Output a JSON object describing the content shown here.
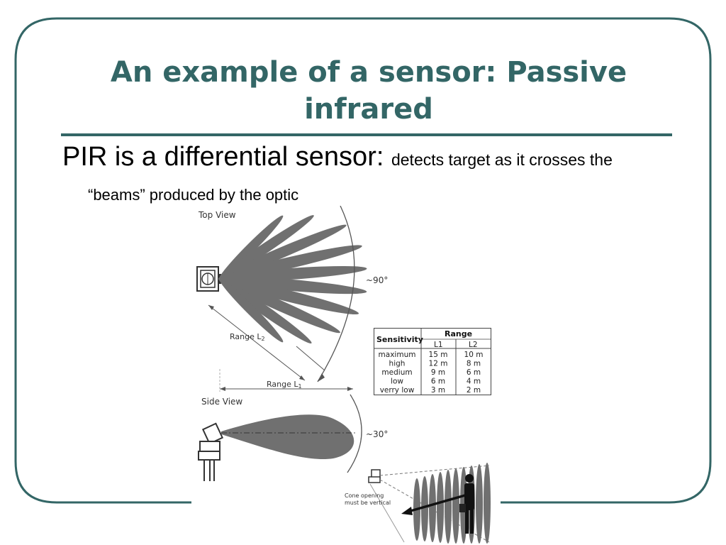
{
  "slide": {
    "title_line1": "An example of a sensor: Passive",
    "title_line2": "infrared",
    "bullet_large": "PIR is a differential sensor: ",
    "bullet_small": "detects target as it crosses the",
    "bullet_cont": "“beams” produced by the optic"
  },
  "figure": {
    "top_view_label": "Top View",
    "angle_top": "~90°",
    "range_l2": "Range L",
    "range_l2_sub": "2",
    "range_l1": "Range  L",
    "range_l1_sub": "1",
    "side_view_label": "Side View",
    "angle_side": "~30°",
    "cone_note_line1": "Cone opening",
    "cone_note_line2": "must be vertical"
  },
  "table": {
    "col_sensitivity": "Sensitivity",
    "col_range": "Range",
    "col_l1": "L1",
    "col_l2": "L2",
    "rows": [
      {
        "sensitivity": "maximum",
        "l1": "15 m",
        "l2": "10 m"
      },
      {
        "sensitivity": "high",
        "l1": "12 m",
        "l2": "8 m"
      },
      {
        "sensitivity": "medium",
        "l1": "9 m",
        "l2": "6 m"
      },
      {
        "sensitivity": "low",
        "l1": "6 m",
        "l2": "4 m"
      },
      {
        "sensitivity": "verry low",
        "l1": "3 m",
        "l2": "2 m"
      }
    ]
  },
  "colors": {
    "accent": "#336666",
    "beam": "#707070"
  }
}
